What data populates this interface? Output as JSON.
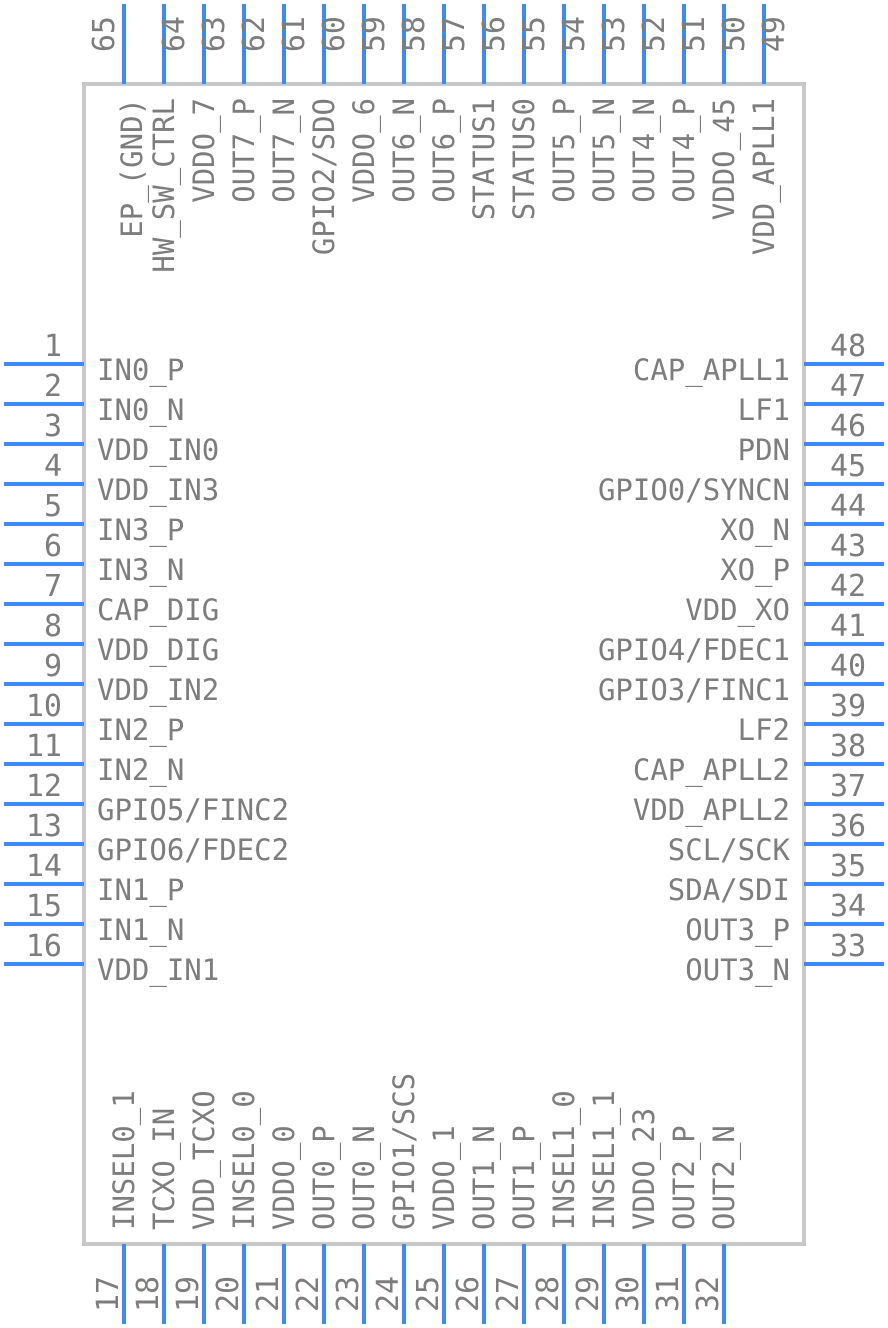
{
  "component": {
    "left_pins": [
      {
        "num": "1",
        "name": "IN0_P"
      },
      {
        "num": "2",
        "name": "IN0_N"
      },
      {
        "num": "3",
        "name": "VDD_IN0"
      },
      {
        "num": "4",
        "name": "VDD_IN3"
      },
      {
        "num": "5",
        "name": "IN3_P"
      },
      {
        "num": "6",
        "name": "IN3_N"
      },
      {
        "num": "7",
        "name": "CAP_DIG"
      },
      {
        "num": "8",
        "name": "VDD_DIG"
      },
      {
        "num": "9",
        "name": "VDD_IN2"
      },
      {
        "num": "10",
        "name": "IN2_P"
      },
      {
        "num": "11",
        "name": "IN2_N"
      },
      {
        "num": "12",
        "name": "GPIO5/FINC2"
      },
      {
        "num": "13",
        "name": "GPIO6/FDEC2"
      },
      {
        "num": "14",
        "name": "IN1_P"
      },
      {
        "num": "15",
        "name": "IN1_N"
      },
      {
        "num": "16",
        "name": "VDD_IN1"
      }
    ],
    "right_pins": [
      {
        "num": "48",
        "name": "CAP_APLL1"
      },
      {
        "num": "47",
        "name": "LF1"
      },
      {
        "num": "46",
        "name": "PDN"
      },
      {
        "num": "45",
        "name": "GPIO0/SYNCN"
      },
      {
        "num": "44",
        "name": "XO_N"
      },
      {
        "num": "43",
        "name": "XO_P"
      },
      {
        "num": "42",
        "name": "VDD_XO"
      },
      {
        "num": "41",
        "name": "GPIO4/FDEC1"
      },
      {
        "num": "40",
        "name": "GPIO3/FINC1"
      },
      {
        "num": "39",
        "name": "LF2"
      },
      {
        "num": "38",
        "name": "CAP_APLL2"
      },
      {
        "num": "37",
        "name": "VDD_APLL2"
      },
      {
        "num": "36",
        "name": "SCL/SCK"
      },
      {
        "num": "35",
        "name": "SDA/SDI"
      },
      {
        "num": "34",
        "name": "OUT3_P"
      },
      {
        "num": "33",
        "name": "OUT3_N"
      }
    ],
    "bottom_pins": [
      {
        "num": "17",
        "name": "INSEL0_1"
      },
      {
        "num": "18",
        "name": "TCXO_IN"
      },
      {
        "num": "19",
        "name": "VDD_TCXO"
      },
      {
        "num": "20",
        "name": "INSEL0_0"
      },
      {
        "num": "21",
        "name": "VDDO_0"
      },
      {
        "num": "22",
        "name": "OUT0_P"
      },
      {
        "num": "23",
        "name": "OUT0_N"
      },
      {
        "num": "24",
        "name": "GPIO1/SCS"
      },
      {
        "num": "25",
        "name": "VDDO_1"
      },
      {
        "num": "26",
        "name": "OUT1_N"
      },
      {
        "num": "27",
        "name": "OUT1_P"
      },
      {
        "num": "28",
        "name": "INSEL1_0"
      },
      {
        "num": "29",
        "name": "INSEL1_1"
      },
      {
        "num": "30",
        "name": "VDDO_23"
      },
      {
        "num": "31",
        "name": "OUT2_P"
      },
      {
        "num": "32",
        "name": "OUT2_N"
      }
    ],
    "top_pins": [
      {
        "num": "65",
        "name": "EP_(GND)"
      },
      {
        "num": "64",
        "name": "HW_SW_CTRL"
      },
      {
        "num": "63",
        "name": "VDDO_7"
      },
      {
        "num": "62",
        "name": "OUT7_P"
      },
      {
        "num": "61",
        "name": "OUT7_N"
      },
      {
        "num": "60",
        "name": "GPIO2/SDO"
      },
      {
        "num": "59",
        "name": "VDDO_6"
      },
      {
        "num": "58",
        "name": "OUT6_N"
      },
      {
        "num": "57",
        "name": "OUT6_P"
      },
      {
        "num": "56",
        "name": "STATUS1"
      },
      {
        "num": "55",
        "name": "STATUS0"
      },
      {
        "num": "54",
        "name": "OUT5_P"
      },
      {
        "num": "53",
        "name": "OUT5_N"
      },
      {
        "num": "52",
        "name": "OUT4_N"
      },
      {
        "num": "51",
        "name": "OUT4_P"
      },
      {
        "num": "50",
        "name": "VDDO_45"
      },
      {
        "num": "49",
        "name": "VDD_APLL1"
      }
    ]
  }
}
